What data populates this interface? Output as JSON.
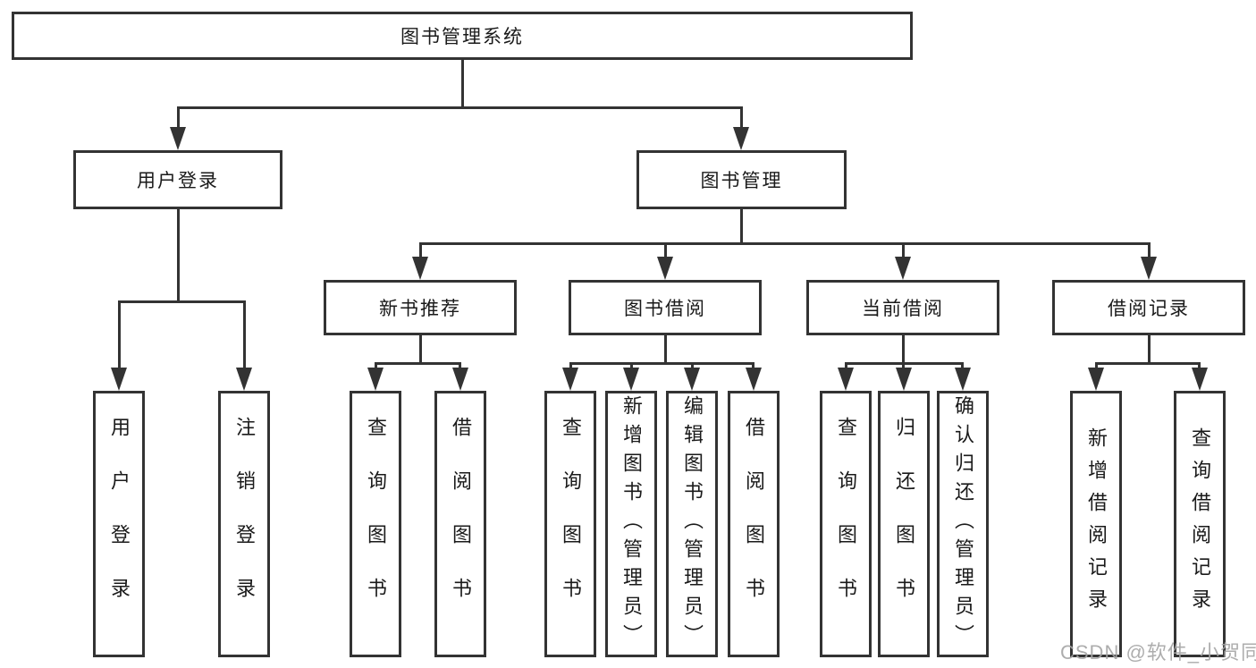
{
  "diagram": {
    "title": "图书管理系统",
    "level2": [
      {
        "label": "用户登录",
        "children": [
          {
            "label": "用户登录"
          },
          {
            "label": "注销登录"
          }
        ]
      },
      {
        "label": "图书管理",
        "children": [
          {
            "label": "新书推荐",
            "children": [
              {
                "label": "查询图书"
              },
              {
                "label": "借阅图书"
              }
            ]
          },
          {
            "label": "图书借阅",
            "children": [
              {
                "label": "查询图书"
              },
              {
                "label": "新增图书（管理员）"
              },
              {
                "label": "编辑图书（管理员）"
              },
              {
                "label": "借阅图书"
              }
            ]
          },
          {
            "label": "当前借阅",
            "children": [
              {
                "label": "查询图书"
              },
              {
                "label": "归还图书"
              },
              {
                "label": "确认归还（管理员）"
              }
            ]
          },
          {
            "label": "借阅记录",
            "children": [
              {
                "label": "新增借阅记录"
              },
              {
                "label": "查询借阅记录"
              }
            ]
          }
        ]
      }
    ]
  },
  "watermark": {
    "text": "CSDN @软件_小贺同学"
  },
  "colors": {
    "line": "#333333",
    "box_border": "#333333",
    "text": "#1a1a1a",
    "watermark": "#a4a4a4",
    "background": "#ffffff"
  }
}
